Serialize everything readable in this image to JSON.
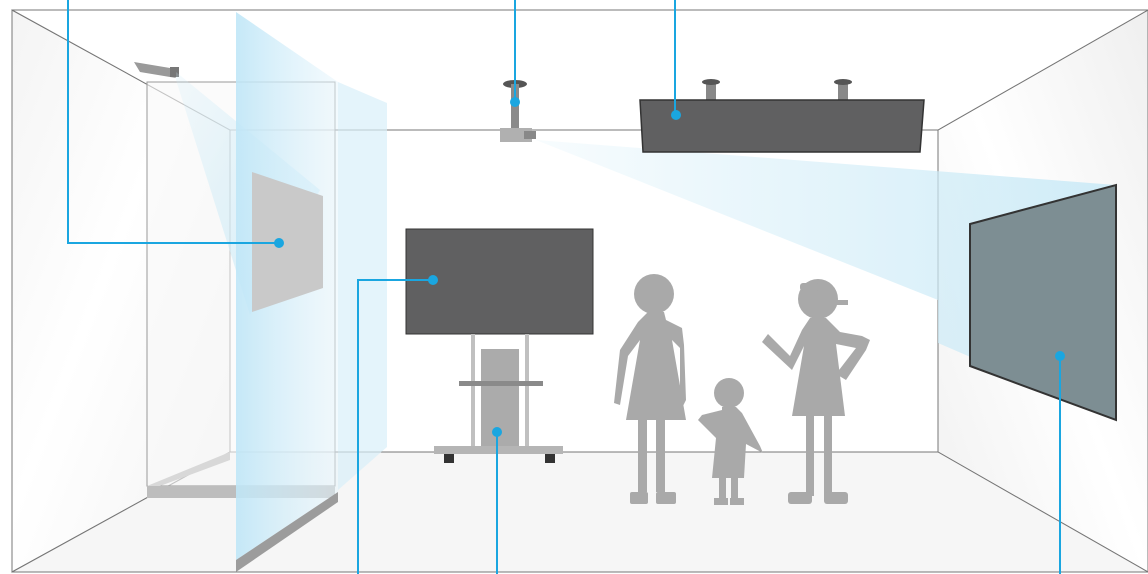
{
  "scene": "room",
  "colors": {
    "callout": "#1aa6e0",
    "wall_line": "#555555",
    "display_dark": "#606061",
    "screen_gray": "#7d8e93",
    "figure_gray": "#a9a9a9",
    "glass_blue": "#bfe6f7",
    "beam_blue": "#cdebf7"
  },
  "callouts": [
    {
      "id": "projector-rear-callout",
      "target": "rear-projection-image"
    },
    {
      "id": "ceiling-projector-callout",
      "target": "ceiling-projector"
    },
    {
      "id": "ceiling-display-callout",
      "target": "ceiling-hung-display"
    },
    {
      "id": "floor-display-callout",
      "target": "floor-stand-display"
    },
    {
      "id": "stand-callout",
      "target": "display-stand"
    },
    {
      "id": "wall-screen-callout",
      "target": "wall-screen"
    }
  ],
  "figures": [
    "adult-left",
    "child",
    "adult-right"
  ]
}
